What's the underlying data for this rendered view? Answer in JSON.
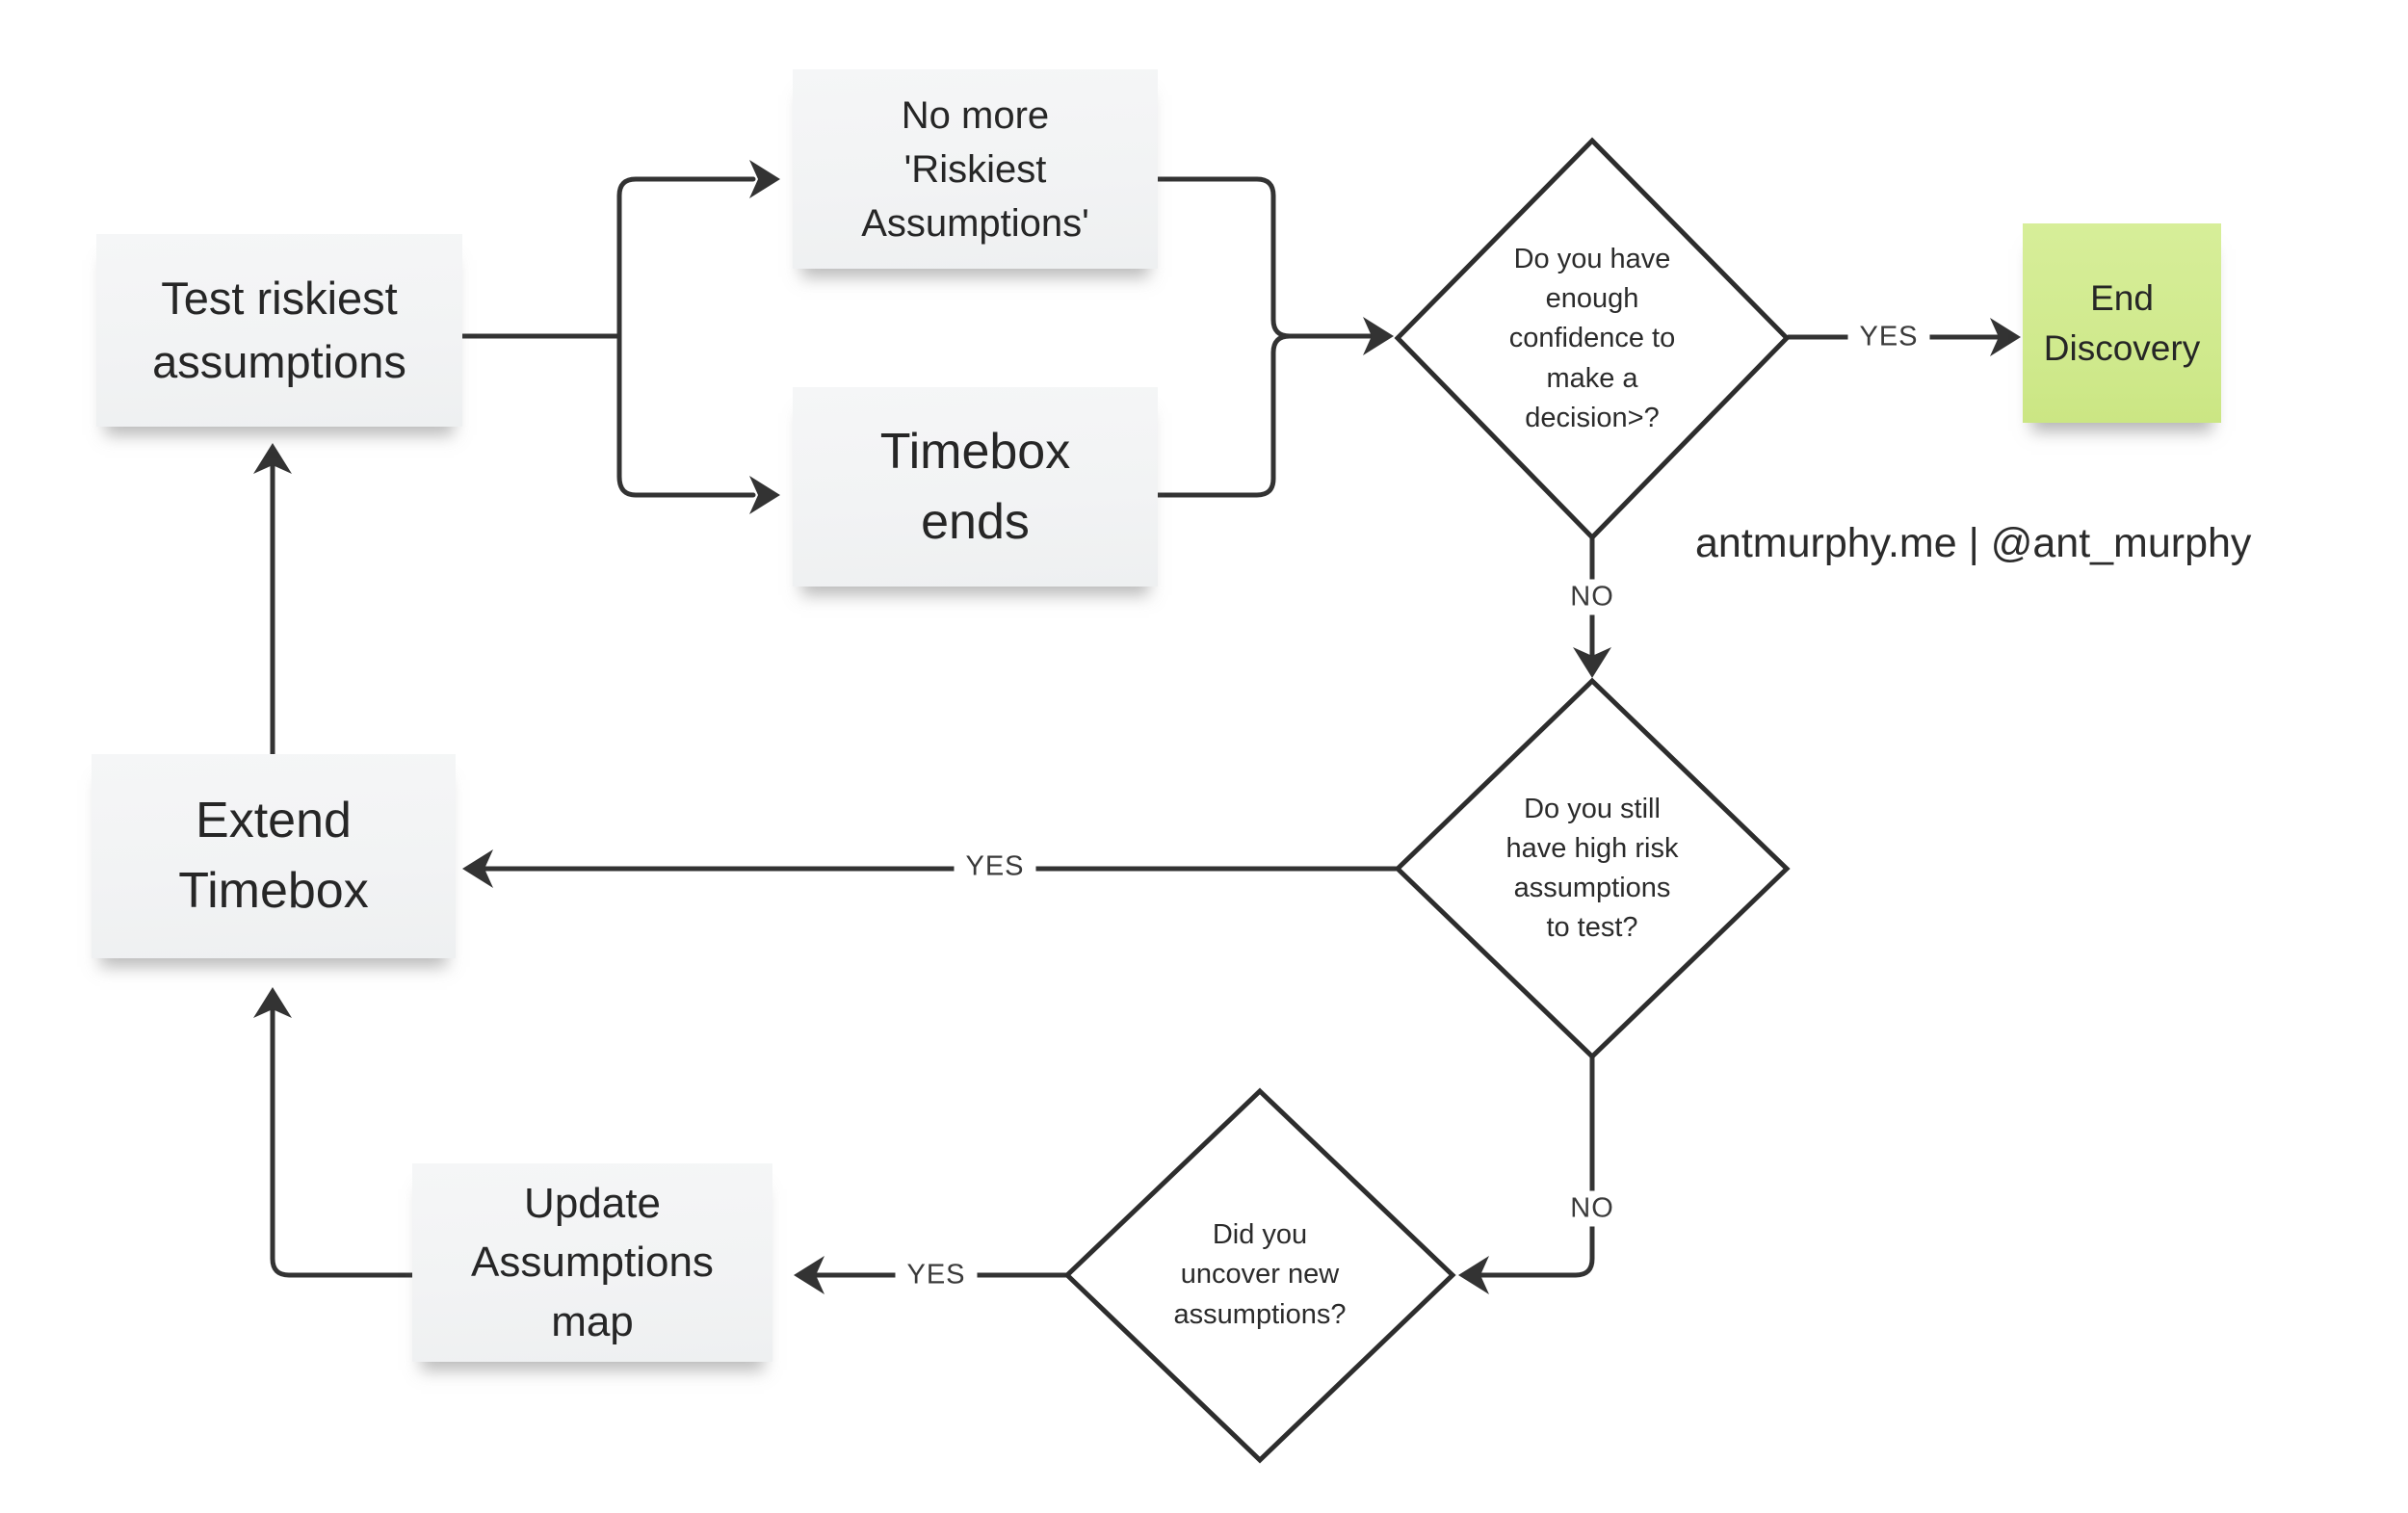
{
  "diagram": {
    "attribution": "antmurphy.me | @ant_murphy",
    "nodes": {
      "test_riskiest": "Test riskiest\nassumptions",
      "no_more": "No more\n'Riskiest\nAssumptions'",
      "timebox_ends": "Timebox\nends",
      "confidence": "Do you have\nenough\nconfidence to\nmake a\ndecision>?",
      "end_discovery": "End\nDiscovery",
      "high_risk": "Do you still\nhave high risk\nassumptions\nto test?",
      "new_assumptions": "Did you\nuncover new\nassumptions?",
      "update_map": "Update\nAssumptions\nmap",
      "extend_timebox": "Extend\nTimebox"
    },
    "edge_labels": {
      "confidence_yes": "YES",
      "confidence_no": "NO",
      "high_risk_yes": "YES",
      "high_risk_no": "NO",
      "new_assumptions_yes": "YES"
    },
    "colors": {
      "note_fill": "#f2f3f4",
      "end_note_fill": "#cfe98c",
      "line": "#333333"
    }
  }
}
